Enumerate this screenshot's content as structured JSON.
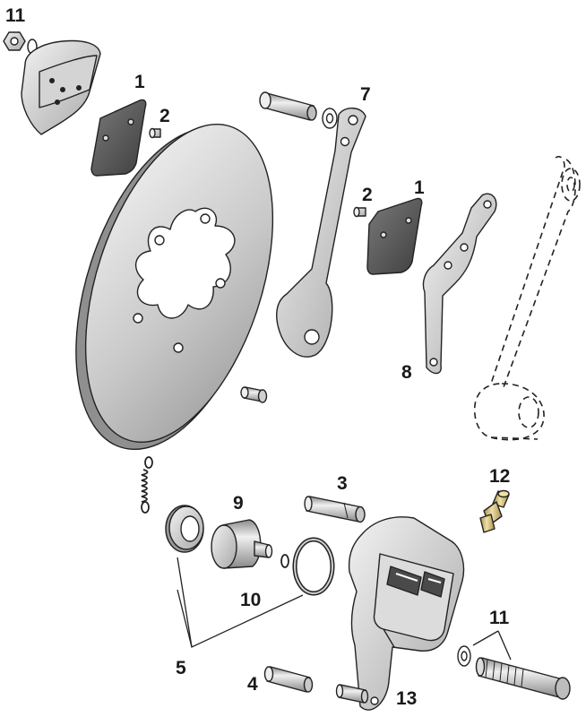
{
  "callouts": {
    "n11_top": "11",
    "n1_left": "1",
    "n2_left": "2",
    "n7": "7",
    "n2_right": "2",
    "n1_right": "1",
    "n8": "8",
    "n9": "9",
    "n3": "3",
    "n12": "12",
    "n10": "10",
    "n5": "5",
    "n11_bottom": "11",
    "n4": "4",
    "n13": "13"
  },
  "colors": {
    "outline": "#222222",
    "metal_light": "#e6e6e6",
    "metal_mid": "#b9b9b9",
    "metal_dark": "#8c8c8c",
    "pad": "#555555",
    "brass": "#c9b26a"
  }
}
